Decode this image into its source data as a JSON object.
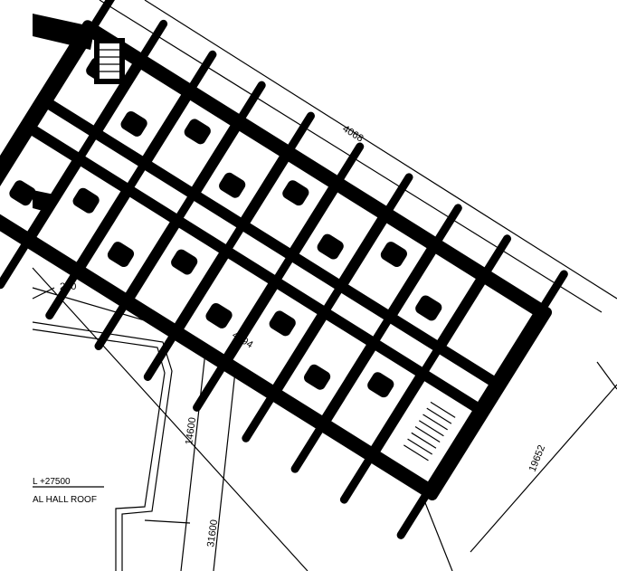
{
  "dimensions": {
    "top_length": "4068",
    "left_width": "200",
    "inner_width": "4494",
    "vertical_1": "14600",
    "vertical_2": "31600",
    "right_width": "19652"
  },
  "level_label": {
    "elevation": "L +27500",
    "name": "AL HALL ROOF"
  },
  "colors": {
    "linework": "#000000",
    "background": "#ffffff"
  }
}
